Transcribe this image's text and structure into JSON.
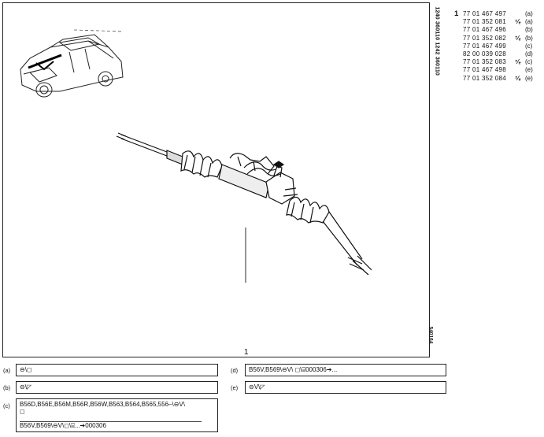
{
  "vertical_refs": "1240 360110  1242 360110",
  "plate_code": "540164",
  "callout_number": "1",
  "parts": [
    {
      "index": "1",
      "ref": "77 01 467 497",
      "exchange": "",
      "variant": "(a)"
    },
    {
      "index": "",
      "ref": "77 01 352 081",
      "exchange": "⁷⁄ₑ",
      "variant": "(a)"
    },
    {
      "index": "",
      "ref": "77 01 467 496",
      "exchange": "",
      "variant": "(b)"
    },
    {
      "index": "",
      "ref": "77 01 352 082",
      "exchange": "⁷⁄ₑ",
      "variant": "(b)"
    },
    {
      "index": "",
      "ref": "77 01 467 499",
      "exchange": "",
      "variant": "(c)"
    },
    {
      "index": "",
      "ref": "82 00 039 028",
      "exchange": "",
      "variant": "(d)"
    },
    {
      "index": "",
      "ref": "77 01 352 083",
      "exchange": "⁷⁄ₑ",
      "variant": "(c)"
    },
    {
      "index": "",
      "ref": "77 01 467 498",
      "exchange": "",
      "variant": "(e)"
    },
    {
      "index": "",
      "ref": "77 01 352 084",
      "exchange": "⁷⁄ₑ",
      "variant": "(e)"
    }
  ],
  "variants": {
    "a": {
      "tag": "(a)",
      "text": "⊖\\◻"
    },
    "b": {
      "tag": "(b)",
      "text": "⊖\\◸"
    },
    "c": {
      "tag": "(c)",
      "line1": "B56D,B56E,B56M,B56R,B56W,B563,B564,B565,556–\\⊖V\\",
      "line1b": "◻",
      "line2": "B56V,B569\\⊖V\\◻\\⌸...➔000306"
    },
    "d": {
      "tag": "(d)",
      "text": "B56V,B569\\⊖V\\ ◻\\⌸000306➔..."
    },
    "e": {
      "tag": "(e)",
      "text": "⊖V\\◸"
    }
  }
}
